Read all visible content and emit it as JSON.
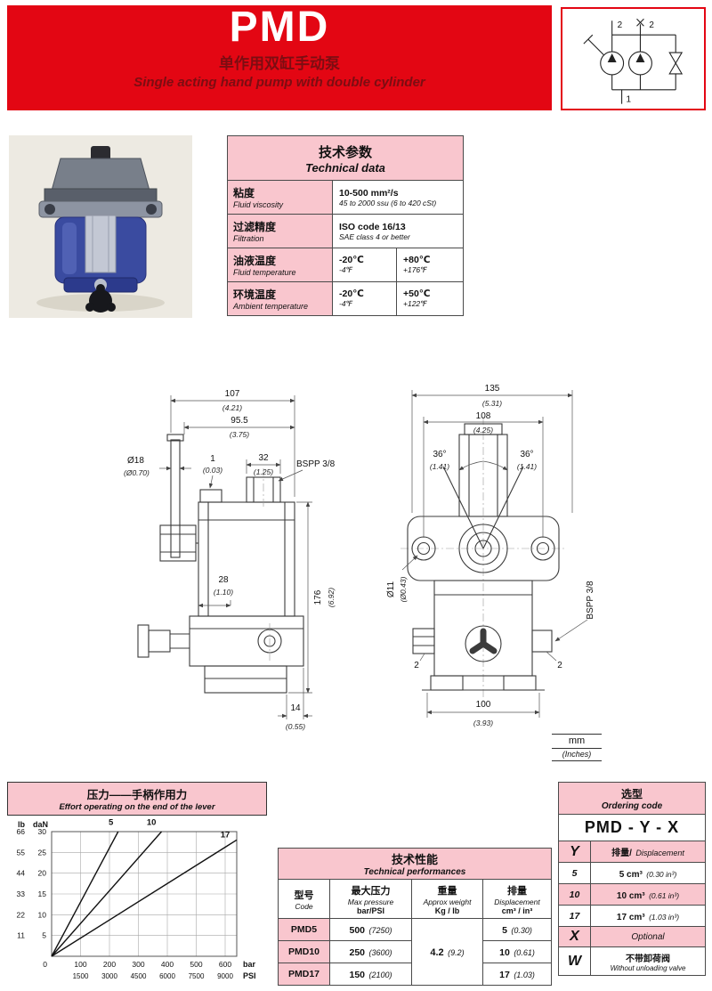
{
  "header": {
    "title": "PMD",
    "subtitle_zh": "单作用双缸手动泵",
    "subtitle_en": "Single acting hand pump with double cylinder"
  },
  "circuit": {
    "port_top_left": "2",
    "port_top_right": "2",
    "port_bottom": "1"
  },
  "tech_data": {
    "title_zh": "技术参数",
    "title_en": "Technical data",
    "rows": [
      {
        "label_zh": "粘度",
        "label_en": "Fluid viscosity",
        "value_line1": "10-500 mm²/s",
        "value_line2": "45 to 2000 ssu (6 to 420 cSt)"
      },
      {
        "label_zh": "过滤精度",
        "label_en": "Filtration",
        "value_line1": "ISO code 16/13",
        "value_line2": "SAE class 4 or better"
      },
      {
        "label_zh": "油液温度",
        "label_en": "Fluid temperature",
        "min_c": "-20℃",
        "min_f": "-4℉",
        "max_c": "+80℃",
        "max_f": "+176℉"
      },
      {
        "label_zh": "环境温度",
        "label_en": "Ambient temperature",
        "min_c": "-20℃",
        "min_f": "-4℉",
        "max_c": "+50℃",
        "max_f": "+122℉"
      }
    ]
  },
  "drawing_side": {
    "dim_107": "107",
    "dim_107_in": "(4.21)",
    "dim_95": "95.5",
    "dim_95_in": "(3.75)",
    "dim_18": "Ø18",
    "dim_18_in": "(Ø0.70)",
    "dim_32": "32",
    "dim_32_in": "(1.25)",
    "dim_1": "1",
    "dim_1_in": "(0.03)",
    "port": "BSPP 3/8",
    "dim_28": "28",
    "dim_28_in": "(1.10)",
    "dim_176": "176",
    "dim_176_in": "(6.92)",
    "dim_14": "14",
    "dim_14_in": "(0.55)"
  },
  "drawing_front": {
    "dim_135": "135",
    "dim_135_in": "(5.31)",
    "dim_108": "108",
    "dim_108_in": "(4.25)",
    "angle_l": "36°",
    "angle_l_in": "(1.41)",
    "angle_r": "36°",
    "angle_r_in": "(1.41)",
    "dim_11": "Ø11",
    "dim_11_in": "(Ø0.43)",
    "port": "BSPP 3/8",
    "port_l": "2",
    "port_r": "2",
    "dim_100": "100",
    "dim_100_in": "(3.93)"
  },
  "units_legend": {
    "mm": "mm",
    "inches": "(Inches)"
  },
  "chart_data": {
    "type": "line",
    "title_zh": "压力——手柄作用力",
    "title_en": "Effort operating on the end of the lever",
    "x_units": [
      "bar",
      "PSI"
    ],
    "y_units": [
      "lb",
      "daN"
    ],
    "origin_label": "0",
    "xlim": [
      0,
      640
    ],
    "ylim": [
      0,
      30
    ],
    "grid": true,
    "x_ticks": [
      {
        "bar": 100,
        "psi": 1500
      },
      {
        "bar": 200,
        "psi": 3000
      },
      {
        "bar": 300,
        "psi": 4500
      },
      {
        "bar": 400,
        "psi": 6000
      },
      {
        "bar": 500,
        "psi": 7500
      },
      {
        "bar": 600,
        "psi": 9000
      }
    ],
    "y_ticks": [
      {
        "dan": 5,
        "lb": 11
      },
      {
        "dan": 10,
        "lb": 22
      },
      {
        "dan": 15,
        "lb": 33
      },
      {
        "dan": 20,
        "lb": 44
      },
      {
        "dan": 25,
        "lb": 55
      },
      {
        "dan": 30,
        "lb": 66
      }
    ],
    "series": [
      {
        "name": "5",
        "points": [
          [
            0,
            0
          ],
          [
            230,
            30
          ]
        ],
        "label_pos": [
          205,
          31.6
        ]
      },
      {
        "name": "10",
        "points": [
          [
            0,
            0
          ],
          [
            380,
            30
          ]
        ],
        "label_pos": [
          345,
          31.6
        ]
      },
      {
        "name": "17",
        "points": [
          [
            0,
            0
          ],
          [
            640,
            28
          ]
        ],
        "label_pos": [
          600,
          28.6
        ]
      }
    ]
  },
  "performance": {
    "title_zh": "技术性能",
    "title_en": "Technical performances",
    "columns": {
      "code_zh": "型号",
      "code_en": "Code",
      "pressure_zh": "最大压力",
      "pressure_en": "Max pressure",
      "pressure_unit": "bar/PSI",
      "weight_zh": "重量",
      "weight_en": "Approx weight",
      "weight_unit": "Kg / lb",
      "disp_zh": "排量",
      "disp_en": "Displacement",
      "disp_unit": "cm³ / in³"
    },
    "weight": "4.2",
    "weight_lb": "(9.2)",
    "rows": [
      {
        "code": "PMD5",
        "pressure": "500",
        "pressure_psi": "(7250)",
        "disp": "5",
        "disp_in": "(0.30)"
      },
      {
        "code": "PMD10",
        "pressure": "250",
        "pressure_psi": "(3600)",
        "disp": "10",
        "disp_in": "(0.61)"
      },
      {
        "code": "PMD17",
        "pressure": "150",
        "pressure_psi": "(2100)",
        "disp": "17",
        "disp_in": "(1.03)"
      }
    ]
  },
  "ordering": {
    "title_zh": "选型",
    "title_en": "Ordering code",
    "code": "PMD - Y - X",
    "y_key": "Y",
    "y_label_zh": "排量/",
    "y_label_en": "Displacement",
    "options": [
      {
        "key": "5",
        "value": "5 cm³",
        "value_in": "(0.30 in³)"
      },
      {
        "key": "10",
        "value": "10 cm³",
        "value_in": "(0.61 in³)"
      },
      {
        "key": "17",
        "value": "17 cm³",
        "value_in": "(1.03 in³)"
      }
    ],
    "x_key": "X",
    "x_label": "Optional",
    "w_key": "W",
    "w_label_zh": "不带卸荷阀",
    "w_label_en": "Without unloading valve"
  }
}
